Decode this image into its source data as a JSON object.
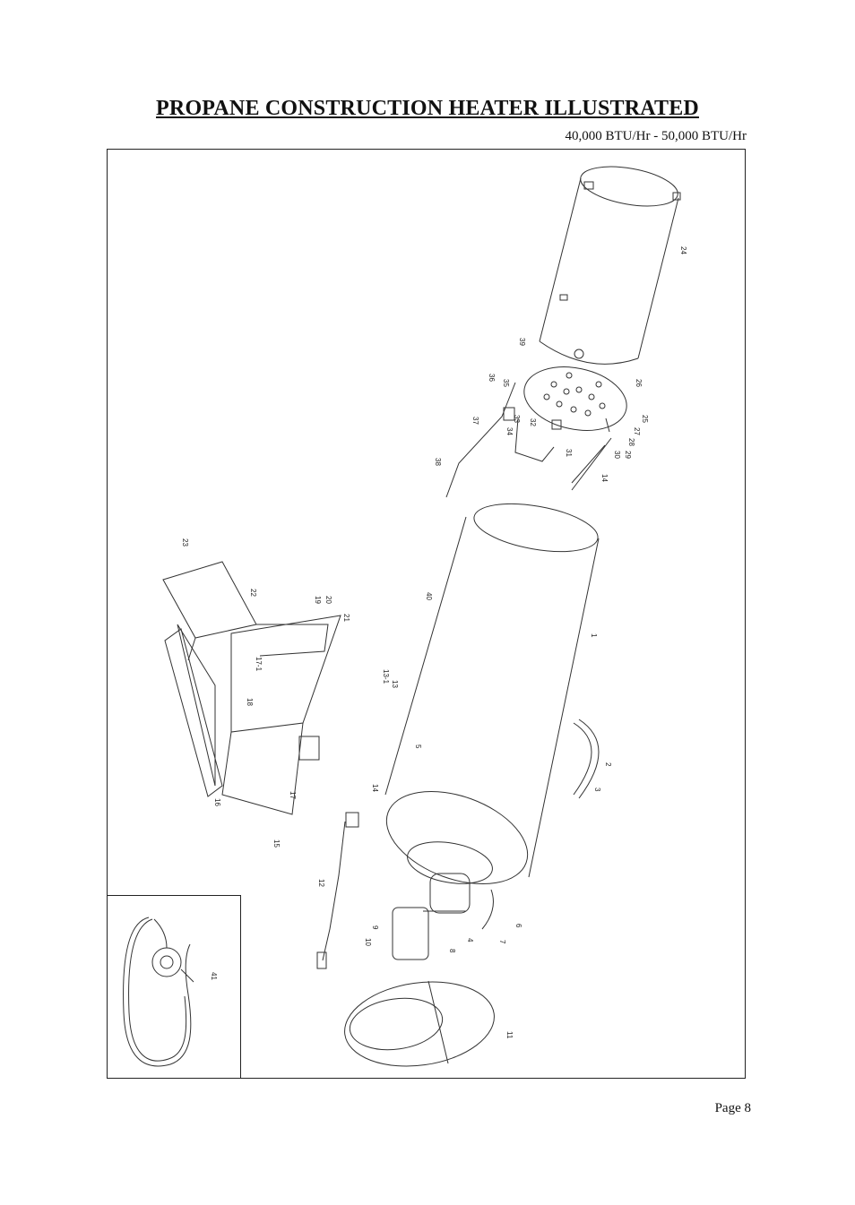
{
  "page": {
    "title": "PROPANE CONSTRUCTION HEATER ILLUSTRATED",
    "subtitle": "40,000 BTU/Hr - 50,000 BTU/Hr",
    "page_number": "Page 8"
  },
  "diagram": {
    "part_labels": [
      "1",
      "2",
      "3",
      "4",
      "5",
      "6",
      "7",
      "8",
      "9",
      "10",
      "11",
      "12",
      "13",
      "13-1",
      "14",
      "15",
      "16",
      "17",
      "17-1",
      "18",
      "19",
      "20",
      "21",
      "22",
      "23",
      "24",
      "25",
      "26",
      "27",
      "28",
      "29",
      "30",
      "31",
      "32",
      "33",
      "34",
      "35",
      "36",
      "37",
      "38",
      "39",
      "40",
      "41"
    ]
  }
}
